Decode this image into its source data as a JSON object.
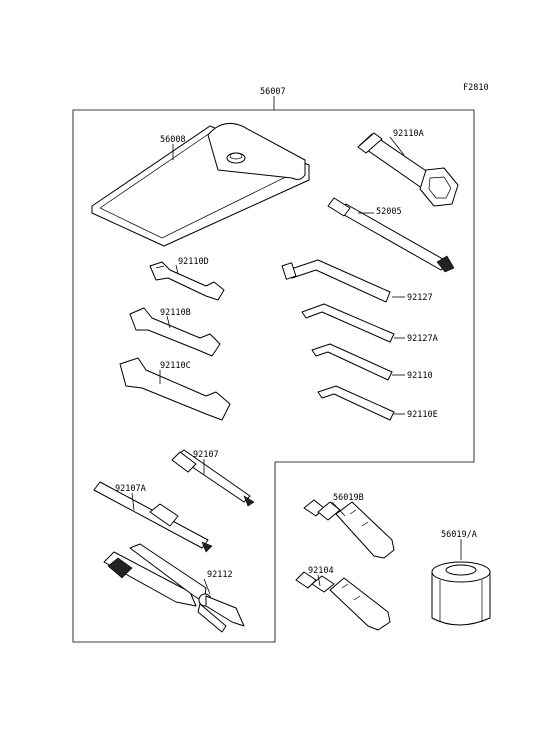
{
  "figure_code": "F2810",
  "labels": {
    "kit": "56007",
    "pouch": "56008",
    "wrench_92110a": "92110A",
    "rod_52005": "52005",
    "hex_92127": "92127",
    "hex_92127a": "92127A",
    "hex_92110": "92110",
    "hex_92110e": "92110E",
    "wrench_92110d": "92110D",
    "wrench_92110b": "92110B",
    "wrench_92110c": "92110C",
    "screwdriver_92107": "92107",
    "screwdriver_92107a": "92107A",
    "pliers_92112": "92112",
    "grease_56019b": "56019B",
    "grease_92104": "92104",
    "can_56019a": "56019/A"
  }
}
